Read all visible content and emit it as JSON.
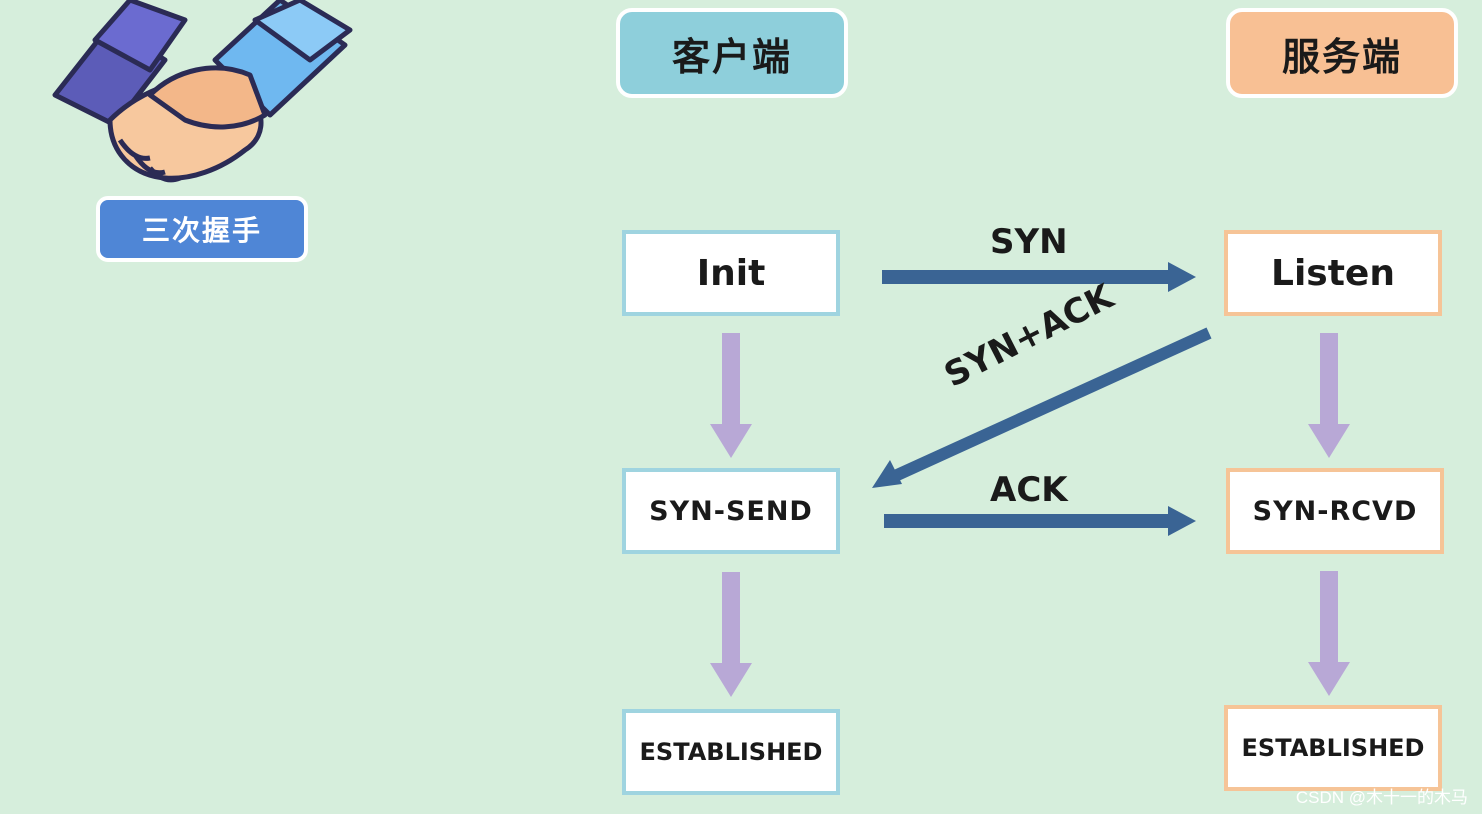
{
  "badge": {
    "label": "三次握手"
  },
  "headers": {
    "client": "客户端",
    "server": "服务端"
  },
  "client_states": [
    "Init",
    "SYN-SEND",
    "ESTABLISHED"
  ],
  "server_states": [
    "Listen",
    "SYN-RCVD",
    "ESTABLISHED"
  ],
  "messages": {
    "syn": "SYN",
    "syn_ack": "SYN+ACK",
    "ack": "ACK"
  },
  "watermark": "CSDN @木十一的木马",
  "colors": {
    "background": "#d6eedc",
    "client_header": "#8ecfdb",
    "server_header": "#f8c094",
    "message_arrow": "#3a6494",
    "state_arrow": "#b8a8d6",
    "badge": "#4f86d6"
  },
  "icons": {
    "logo": "handshake-icon"
  }
}
